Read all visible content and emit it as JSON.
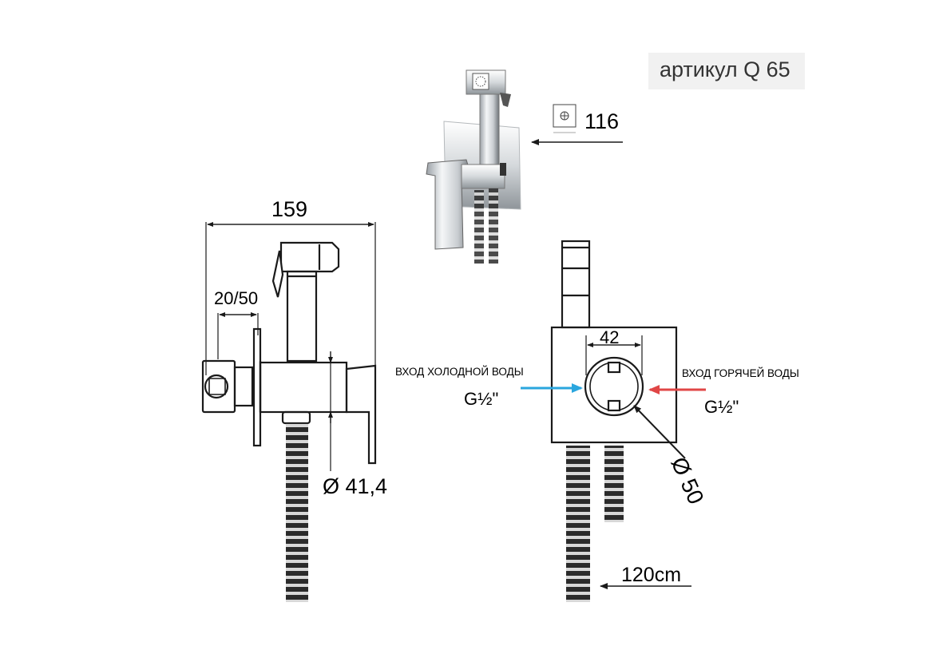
{
  "article_label": "артикул Q 65",
  "dims": {
    "width_total": "159",
    "offset_range": "20/50",
    "body_diameter": "Ø 41,4",
    "handle_size": "116",
    "inlet_spacing": "42",
    "plate_diameter": "Ø 50",
    "hose_length": "120cm"
  },
  "inlets": {
    "cold_label": "ВХОД ХОЛОДНОЙ ВОДЫ",
    "cold_thread": "G½\"",
    "hot_label": "ВХОД ГОРЯЧЕЙ ВОДЫ",
    "hot_thread": "G½\""
  },
  "colors": {
    "cold_arrow": "#2aa6de",
    "hot_arrow": "#e04646",
    "line": "#1a1a1a"
  },
  "icons": [
    "arrow-left-icon",
    "arrow-right-icon",
    "handle-profile-icon"
  ]
}
